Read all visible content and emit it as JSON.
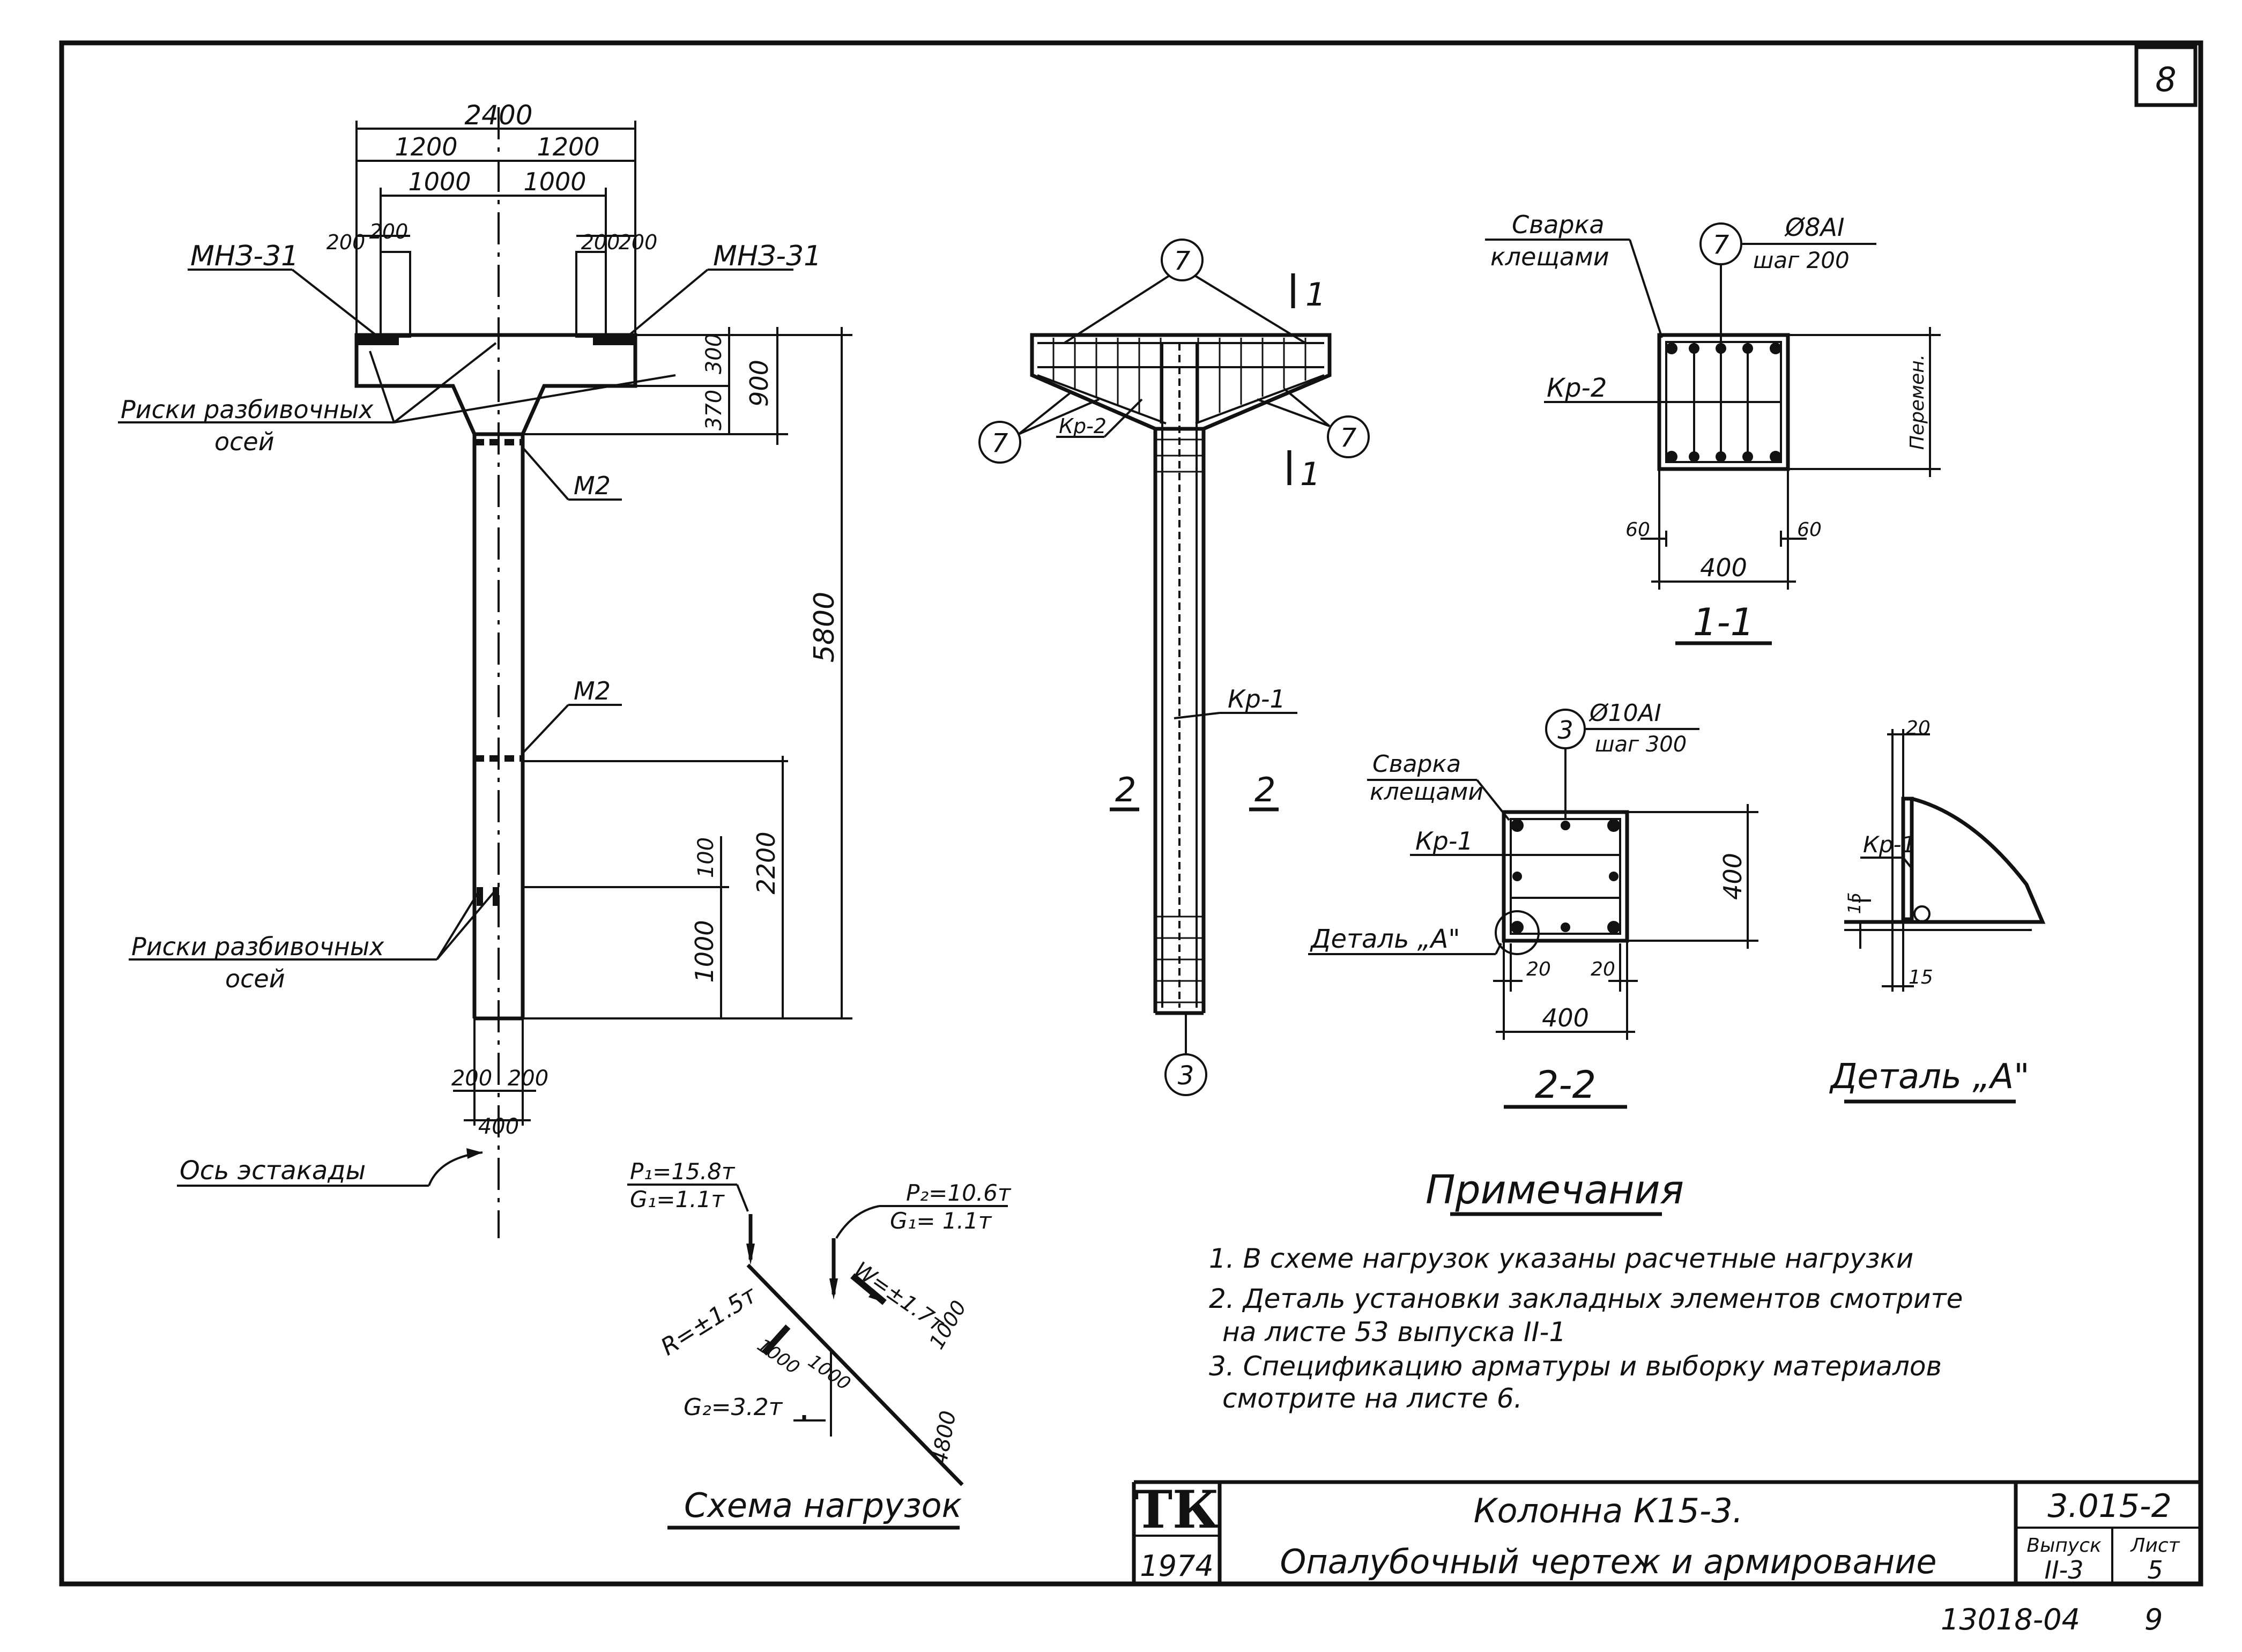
{
  "sheet": {
    "corner_number": "8",
    "bottom_code": "13018-04",
    "bottom_page": "9"
  },
  "title_block": {
    "logo": "ТК",
    "year": "1974",
    "title_line1": "Колонна К15-3.",
    "title_line2": "Опалубочный чертеж и армирование",
    "series": "3.015-2",
    "issue_label": "Выпуск",
    "issue_value": "II-3",
    "sheet_label": "Лист",
    "sheet_value": "5"
  },
  "column_elevation": {
    "dims_top": [
      "2400",
      "1200",
      "1200",
      "1000",
      "1000",
      "200",
      "200",
      "200",
      "200"
    ],
    "dims_right": [
      "300",
      "370",
      "900",
      "5800",
      "100",
      "2200",
      "1000"
    ],
    "dims_bottom": [
      "200",
      "200",
      "400"
    ],
    "labels": {
      "mn_left": "МНЗ-31",
      "mn_right": "МНЗ-31",
      "risks_top_1": "Риски разбивочных",
      "risks_top_2": "осей",
      "m2_top": "М2",
      "m2_mid": "М2",
      "risks_bottom_1": "Риски разбивочных",
      "risks_bottom_2": "осей",
      "axis": "Ось эстакады"
    }
  },
  "reinforcement_view": {
    "marker_7": "7",
    "marker_3": "3",
    "section_1": "1",
    "section_2": "2",
    "kr1": "Кр-1",
    "kr2": "Кр-2"
  },
  "section_1_1": {
    "weld_1": "Сварка",
    "weld_2": "клещами",
    "marker": "7",
    "bar": "Ø8AI",
    "step": "шаг 200",
    "kr": "Кр-2",
    "height": "Перемен.",
    "d60a": "60",
    "d60b": "60",
    "width": "400",
    "title": "1-1"
  },
  "section_2_2": {
    "weld_1": "Сварка",
    "weld_2": "клещами",
    "marker": "3",
    "bar": "Ø10AI",
    "step": "шаг 300",
    "kr": "Кр-1",
    "height": "400",
    "detail": "Деталь „А\"",
    "d20a": "20",
    "d20b": "20",
    "width": "400",
    "title": "2-2"
  },
  "detail_a": {
    "kr": "Кр-1",
    "d20": "20",
    "d15a": "15",
    "d15b": "15",
    "title": "Деталь „А\""
  },
  "load_scheme": {
    "p1": "P₁=15.8т",
    "g1a": "G₁=1.1т",
    "p2": "P₂=10.6т",
    "g1b": "G₁= 1.1т",
    "w": "W=±1.7т",
    "r": "R=±1.5т",
    "g2": "G₂=3.2т",
    "d1000a": "1000",
    "d1000b": "1000",
    "d1000c": "1000",
    "d4800": "4800",
    "title": "Схема нагрузок"
  },
  "notes": {
    "title": "Примечания",
    "n1": "1. В схеме нагрузок указаны расчетные нагрузки",
    "n2a": "2. Деталь установки закладных элементов смотрите",
    "n2b": "на листе   53 выпуска II-1",
    "n3a": "3. Спецификацию арматуры и выборку материалов",
    "n3b": "смотрите   на листе  6."
  }
}
